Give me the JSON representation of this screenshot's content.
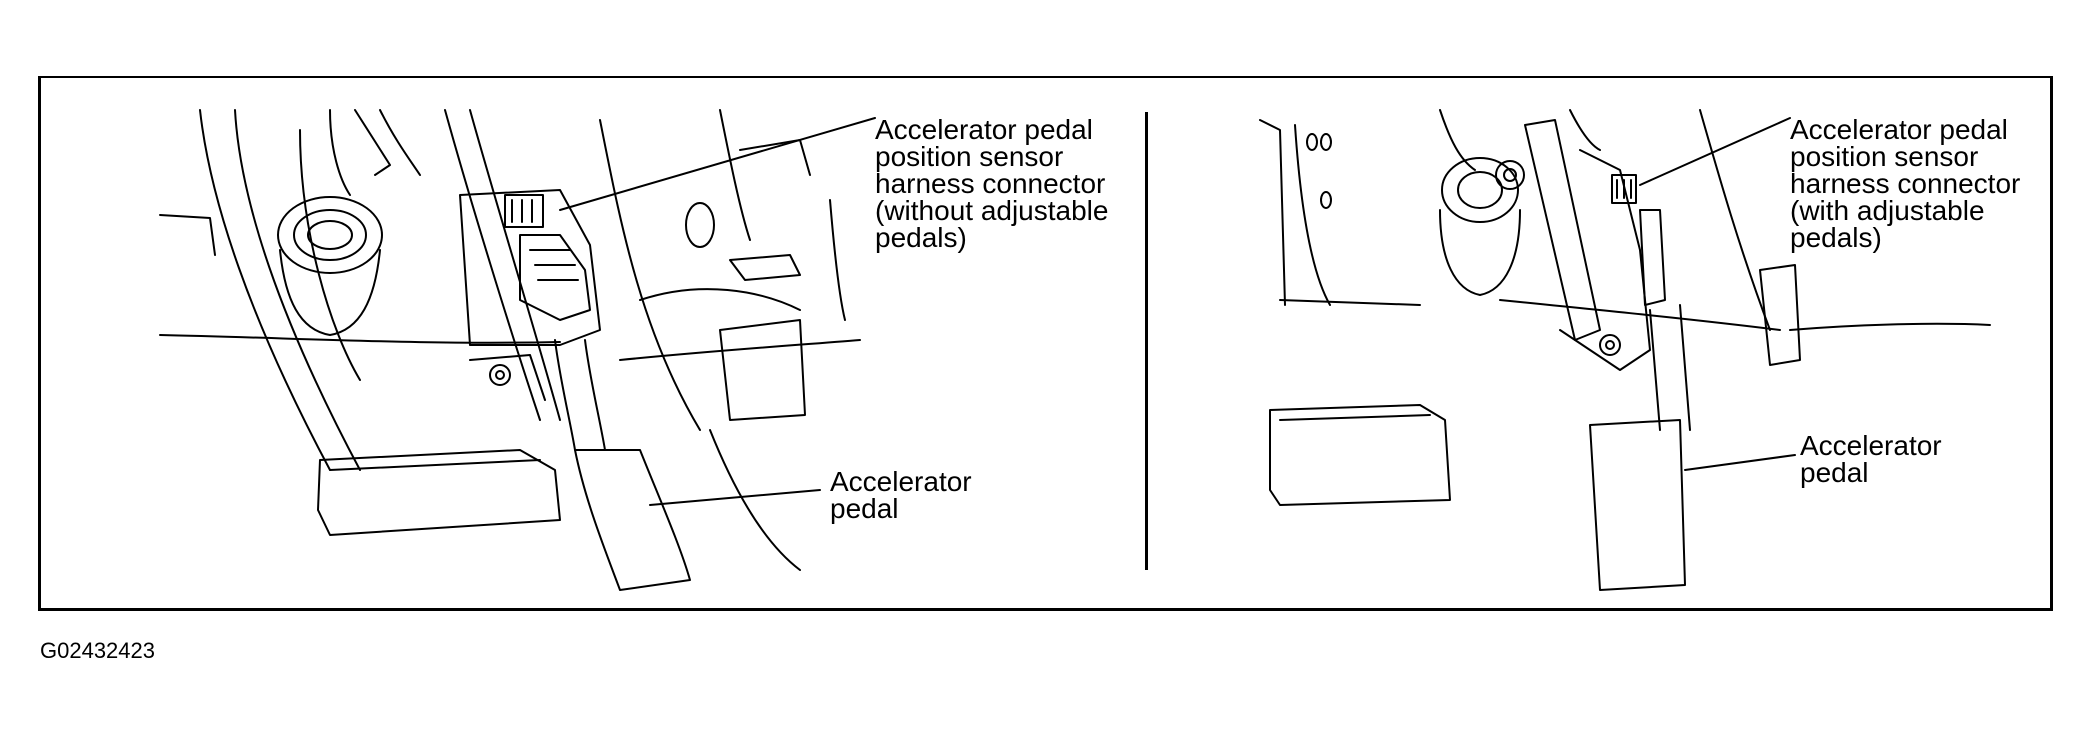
{
  "left_panel": {
    "sensor_label": "Accelerator pedal\nposition sensor\nharness connector\n(without adjustable\npedals)",
    "pedal_label": "Accelerator\npedal"
  },
  "right_panel": {
    "sensor_label": "Accelerator pedal\nposition sensor\nharness connector\n(with adjustable\npedals)",
    "pedal_label": "Accelerator\npedal"
  },
  "figure_id": "G02432423"
}
